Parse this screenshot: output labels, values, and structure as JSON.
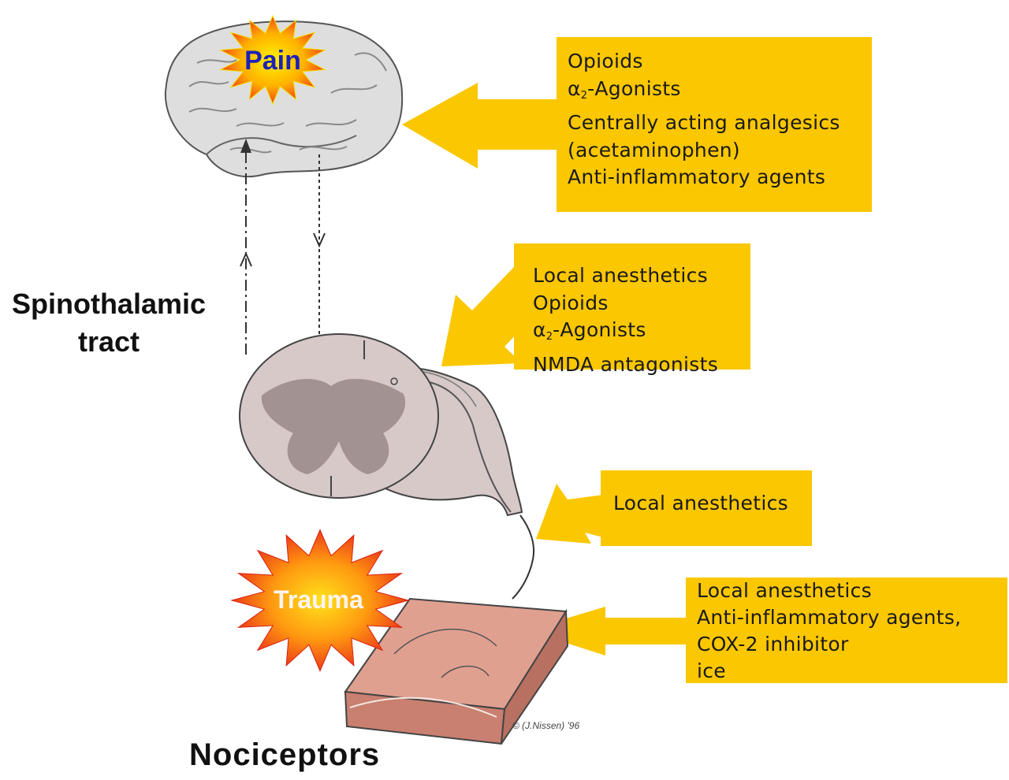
{
  "brain_label": "Pain",
  "trauma_label": "Trauma",
  "spinothalamic_label": [
    "Spinothalamic",
    "tract"
  ],
  "nociceptors_label": "Nociceptors",
  "signature": "© (J.Nissen) '96",
  "colors": {
    "box": "#fbc700",
    "arrow": "#fbc700",
    "starburst_center": "#ffe000",
    "starburst_edge": "#ee2a1a",
    "pain_text": "#1d21b8",
    "trauma_text": "#fff4f0",
    "brain": "#dedede",
    "cord": "#d6c9c8",
    "gray_matter": "#a29292",
    "skin": "#e0a090"
  },
  "boxes": {
    "brain_drugs": {
      "lines": [
        "Opioids",
        "Centrally acting analgesics",
        "(acetaminophen)",
        "Anti-inflammatory agents"
      ],
      "alpha_agonist": {
        "symbol": "α",
        "subscript": "2",
        "text": "-Agonists"
      }
    },
    "spinal_drugs": {
      "line_1": "Local anesthetics",
      "line_2": "Opioids",
      "alpha_agonist": {
        "symbol": "α",
        "subscript": "2",
        "text": "-Agonists"
      },
      "line_4": "NMDA antagonists"
    },
    "nerve_drugs": {
      "lines": [
        "Local anesthetics"
      ]
    },
    "periphery_drugs": {
      "lines": [
        "Local anesthetics",
        "Anti-inflammatory agents,",
        "COX-2 inhibitor",
        "ice"
      ]
    }
  }
}
